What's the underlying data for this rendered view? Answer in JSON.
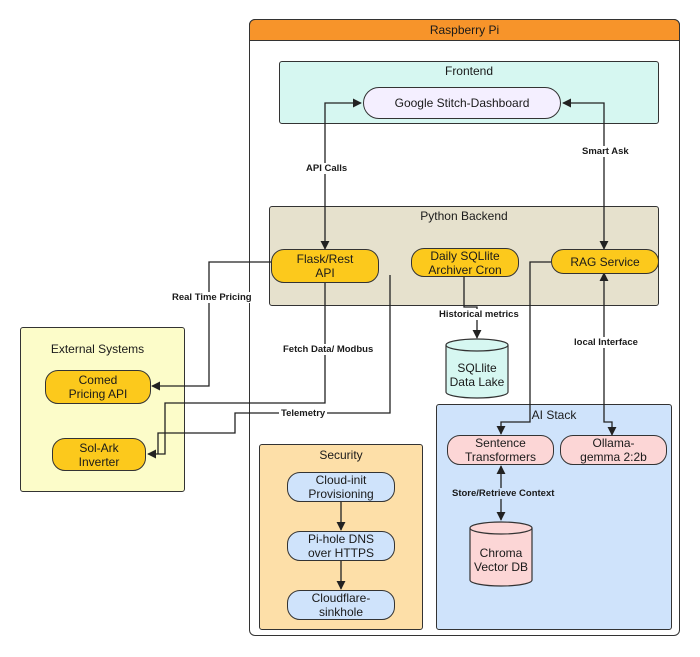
{
  "containers": {
    "raspberry_pi": "Raspberry Pi",
    "frontend": "Frontend",
    "python_backend": "Python Backend",
    "external_systems": "External Systems",
    "security": "Security",
    "ai_stack": "AI Stack"
  },
  "nodes": {
    "dashboard": "Google Stitch-Dashboard",
    "flask_line1": "Flask/Rest",
    "flask_line2": "API",
    "archiver_line1": "Daily SQLlite",
    "archiver_line2": "Archiver Cron",
    "rag": "RAG Service",
    "comed_line1": "Comed",
    "comed_line2": "Pricing API",
    "solark_line1": "Sol-Ark",
    "solark_line2": "Inverter",
    "cloudinit_line1": "Cloud-init",
    "cloudinit_line2": "Provisioning",
    "pihole_line1": "Pi-hole DNS",
    "pihole_line2": "over HTTPS",
    "cloudflare_line1": "Cloudflare-",
    "cloudflare_line2": "sinkhole",
    "sentence_line1": "Sentence",
    "sentence_line2": "Transformers",
    "ollama_line1": "Ollama-",
    "ollama_line2": "gemma 2:2b",
    "sqlite_line1": "SQLlite",
    "sqlite_line2": "Data Lake",
    "chroma_line1": "Chroma",
    "chroma_line2": "Vector DB"
  },
  "edge_labels": {
    "api_calls": "API Calls",
    "smart_ask": "Smart Ask",
    "real_time_pricing": "Real Time Pricing",
    "historical_metrics": "Historical metrics",
    "local_interface": "local Interface",
    "fetch_data": "Fetch Data/ Modbus",
    "telemetry": "Telemetry",
    "store_retrieve": "Store/Retrieve Context"
  },
  "colors": {
    "orange_header": "#f7942a",
    "frontend_bg": "#d6f7f1",
    "backend_bg": "#e6e1cd",
    "external_bg": "#fcfcc9",
    "security_bg": "#fddfa8",
    "ai_bg": "#cfe3fb",
    "pill_yellow": "#fcc91c",
    "pill_lavender": "#f4efff",
    "pill_blue": "#cfe3fb",
    "pill_pink": "#fcd6d6",
    "cyl_cyan": "#d6f7f1"
  }
}
